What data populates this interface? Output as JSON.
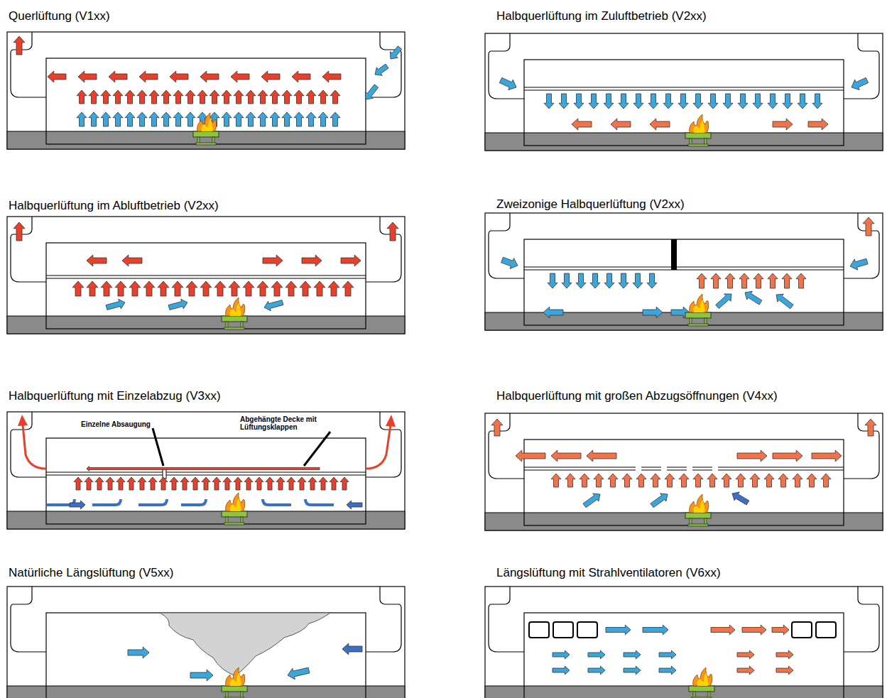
{
  "diagram": {
    "nodes": [
      {
        "text": [
          "Querlüftung (V1xx)"
        ]
      },
      {
        "text": [
          "Halbquerlüftung im Zuluftbetrieb (V2xx)"
        ]
      },
      {
        "text": [
          "Halbquerlüftung im Abluftbetrieb (V2xx)"
        ]
      },
      {
        "text": [
          "Zweizonige Halbquerlüftung (V2xx)"
        ]
      },
      {
        "text": [
          "Halbquerlüftung mit Einzelabzug (V3xx)"
        ]
      },
      {
        "text": [
          "Halbquerlüftung mit großen Abzugsöffnungen (V4xx)"
        ]
      },
      {
        "text": [
          "Natürliche Längslüftung (V5xx)"
        ]
      },
      {
        "text": [
          "Längslüftung mit Strahlventilatoren (V6xx)"
        ]
      }
    ],
    "labels": [
      "Einzelne Absaugung",
      "Abgehängte Decke mit Lüftungsklappen"
    ]
  }
}
